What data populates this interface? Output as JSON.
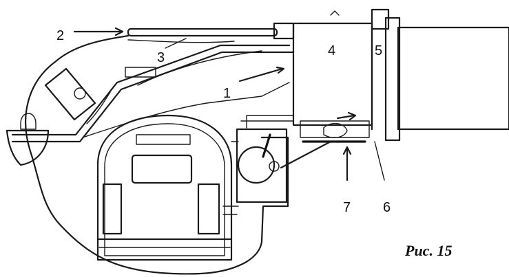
{
  "figure": {
    "caption": "Рис. 15",
    "labels": {
      "l1": "1",
      "l2": "2",
      "l3": "3",
      "l4": "4",
      "l5": "5",
      "l6": "6",
      "l7": "7"
    }
  }
}
